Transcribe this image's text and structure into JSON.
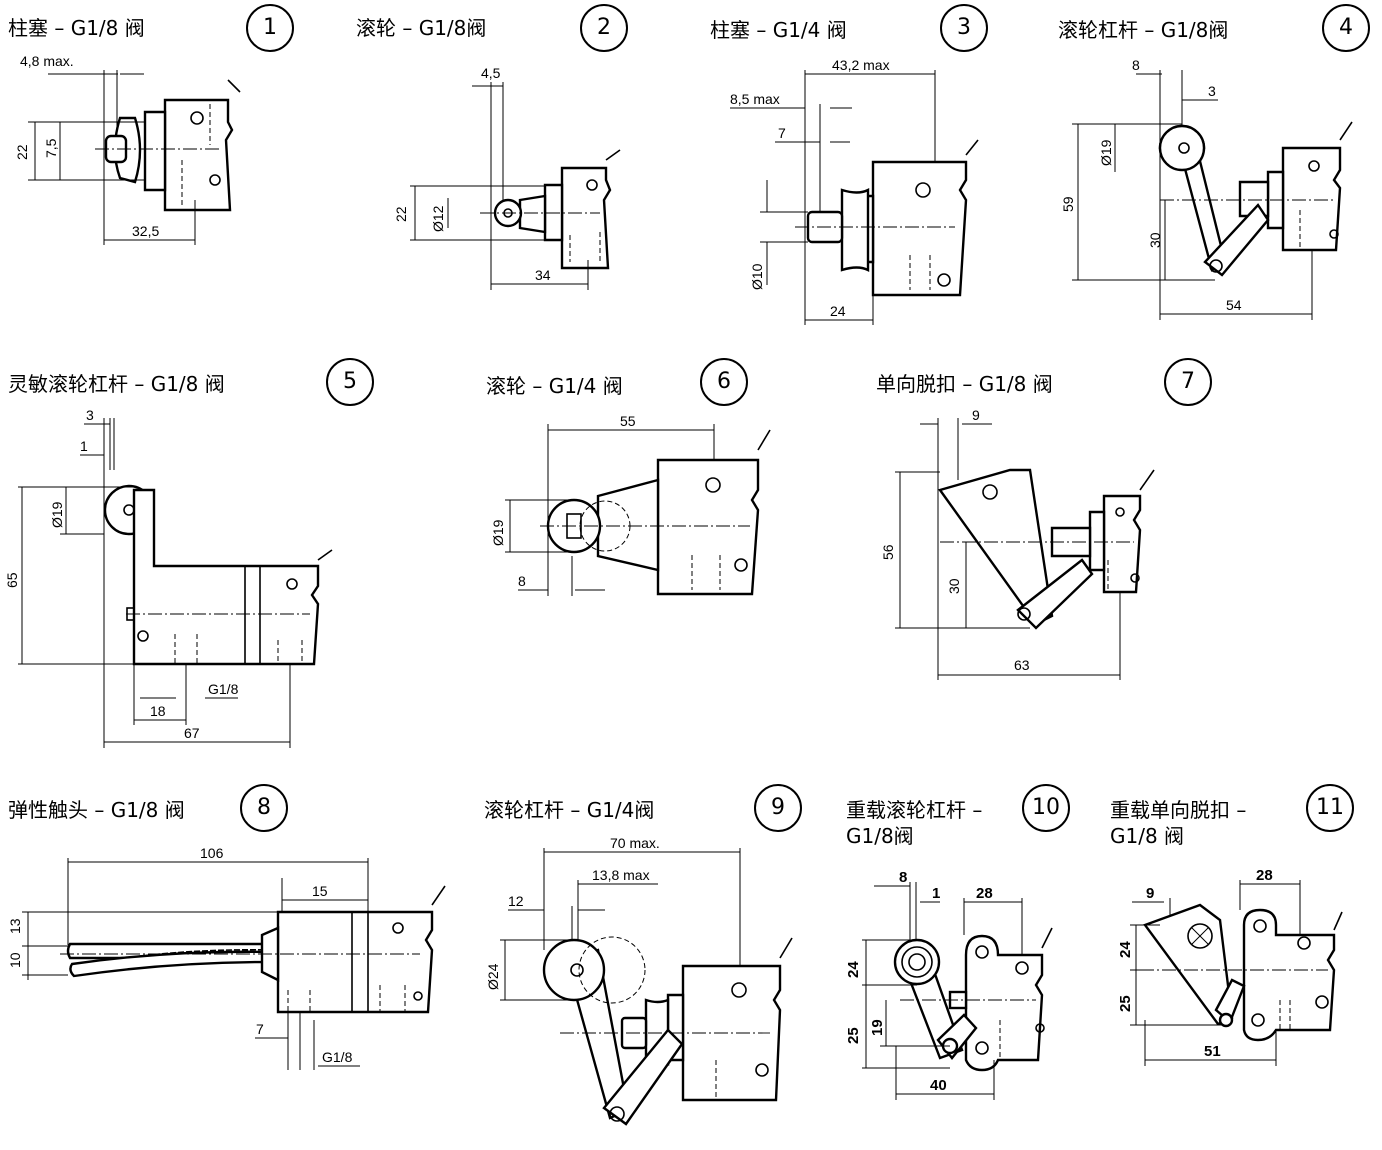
{
  "panels": [
    {
      "title": "柱塞 – G1/8 阀",
      "number": "1",
      "dims": [
        "4,8 max.",
        "22",
        "7,5",
        "32,5"
      ]
    },
    {
      "title": "滚轮 – G1/8阀",
      "number": "2",
      "dims": [
        "4,5",
        "22",
        "Ø12",
        "34"
      ]
    },
    {
      "title": "柱塞 – G1/4 阀",
      "number": "3",
      "dims": [
        "43,2 max",
        "8,5 max",
        "7",
        "Ø10",
        "24"
      ]
    },
    {
      "title": "滚轮杠杆 – G1/8阀",
      "number": "4",
      "dims": [
        "8",
        "3",
        "Ø19",
        "59",
        "30",
        "54"
      ]
    },
    {
      "title": "灵敏滚轮杠杆 – G1/8 阀",
      "number": "5",
      "dims": [
        "3",
        "1",
        "Ø19",
        "65",
        "G1/8",
        "18",
        "67"
      ]
    },
    {
      "title": "滚轮 – G1/4 阀",
      "number": "6",
      "dims": [
        "55",
        "Ø19",
        "8"
      ]
    },
    {
      "title": "单向脱扣 – G1/8 阀",
      "number": "7",
      "dims": [
        "9",
        "56",
        "30",
        "63"
      ]
    },
    {
      "title": "弹性触头 – G1/8 阀",
      "number": "8",
      "dims": [
        "106",
        "15",
        "13",
        "10",
        "7",
        "G1/8"
      ]
    },
    {
      "title": "滚轮杠杆 – G1/4阀",
      "number": "9",
      "dims": [
        "70 max.",
        "13,8 max",
        "12",
        "Ø24"
      ]
    },
    {
      "title": "重载滚轮杠杆 –",
      "title2": "G1/8阀",
      "number": "10",
      "dims": [
        "8",
        "1",
        "28",
        "24",
        "19",
        "25",
        "40"
      ]
    },
    {
      "title": "重载单向脱扣 –",
      "title2": "G1/8 阀",
      "number": "11",
      "dims": [
        "28",
        "9",
        "24",
        "25",
        "51"
      ]
    }
  ]
}
